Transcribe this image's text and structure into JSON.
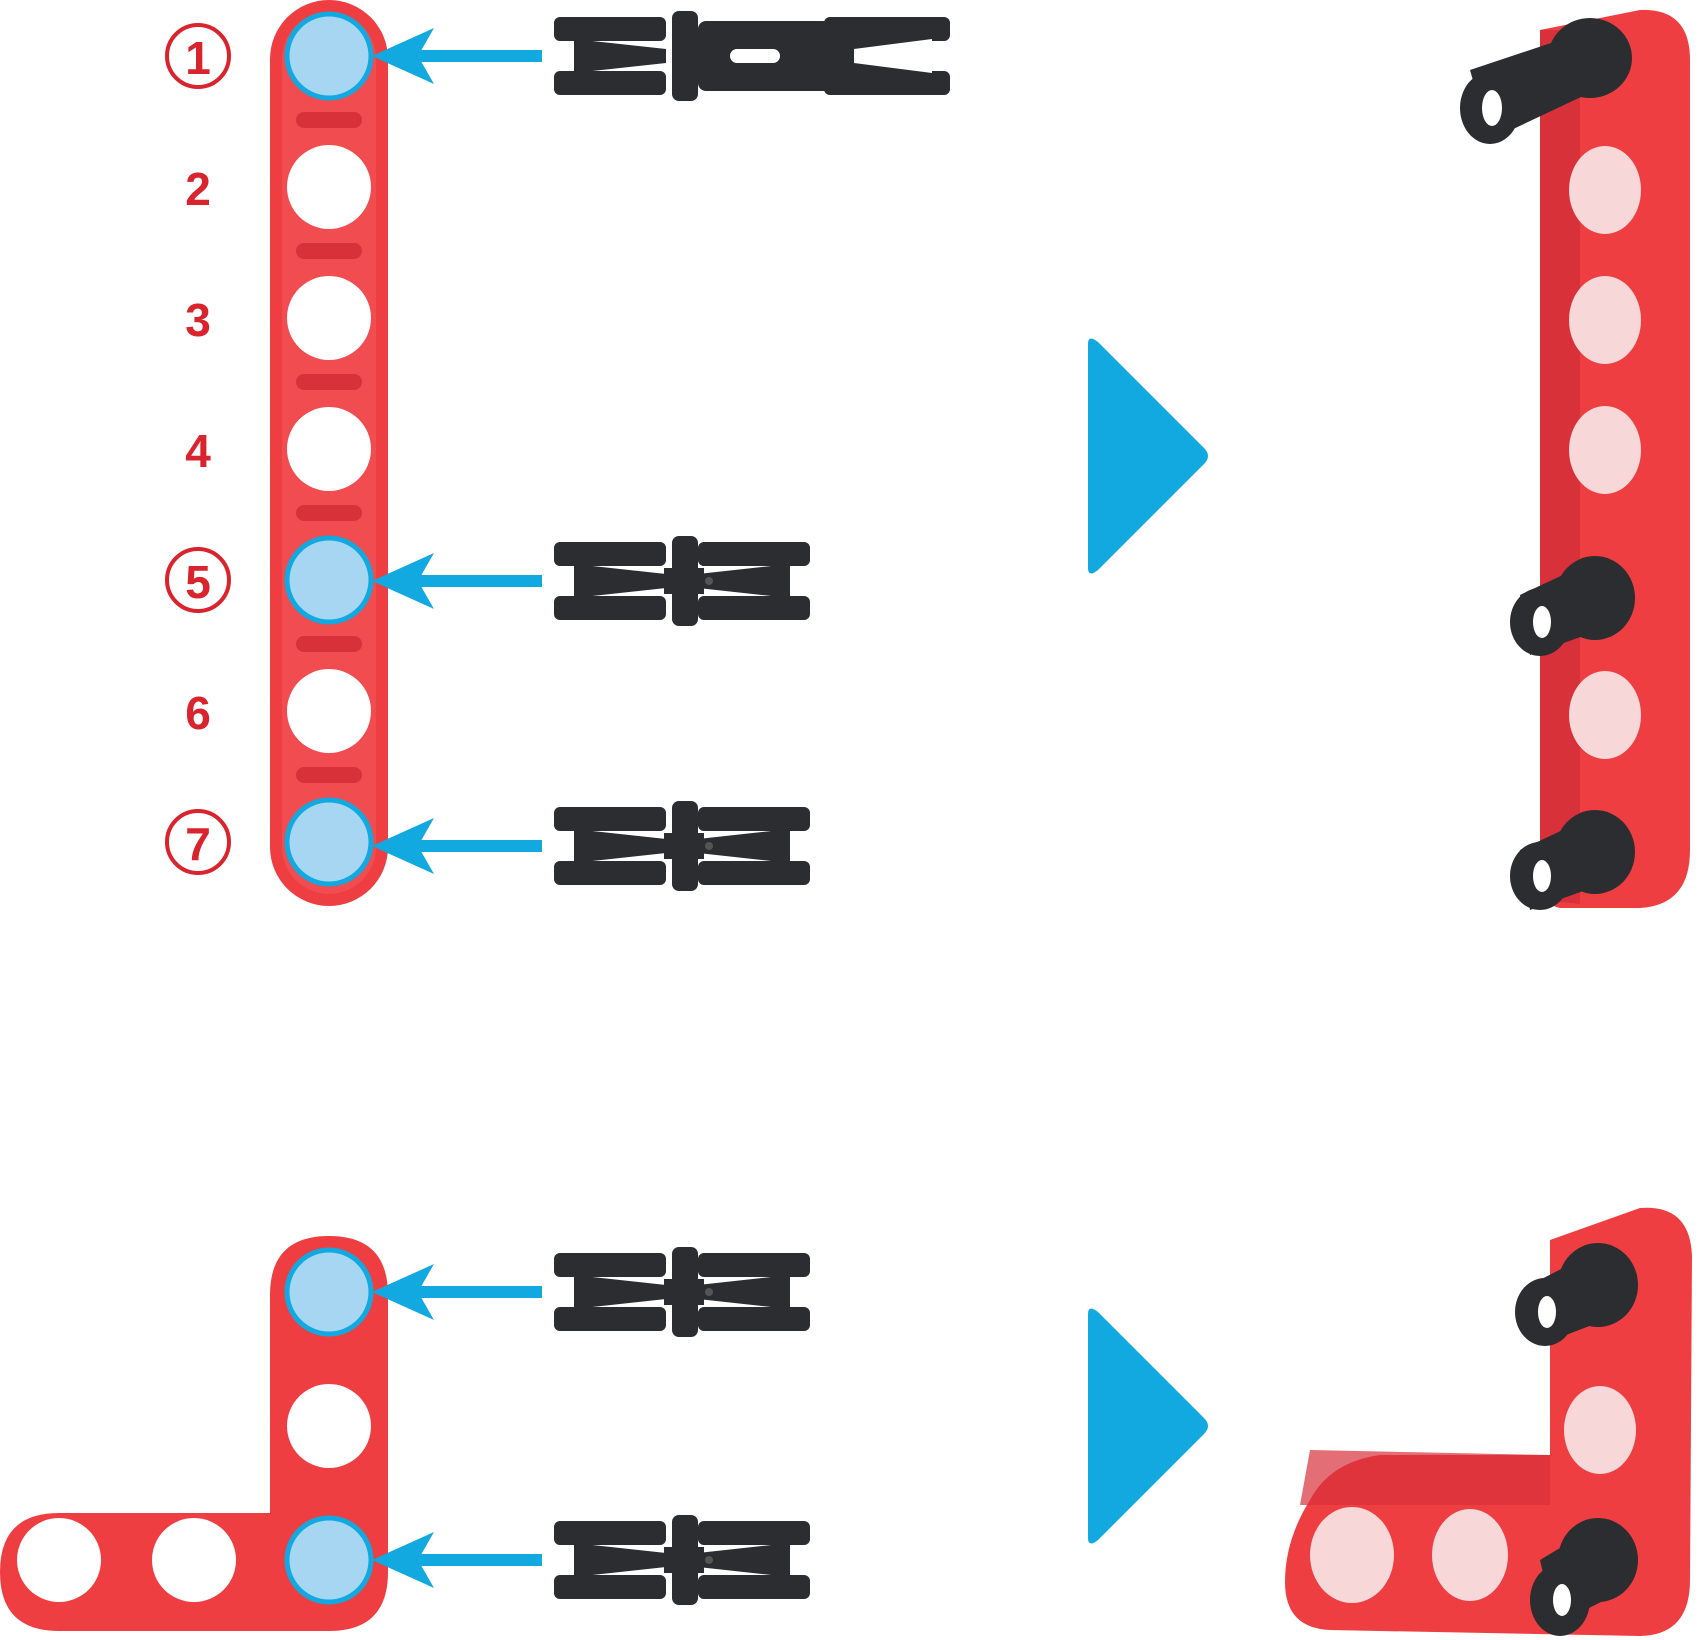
{
  "step_top": {
    "beam": {
      "type": "straight-beam",
      "hole_count": 7,
      "color": "#ef3e42"
    },
    "hole_labels": [
      {
        "text": "1",
        "circled": true,
        "pin": "long"
      },
      {
        "text": "2",
        "circled": false,
        "pin": null
      },
      {
        "text": "3",
        "circled": false,
        "pin": null
      },
      {
        "text": "4",
        "circled": false,
        "pin": null
      },
      {
        "text": "5",
        "circled": true,
        "pin": "short"
      },
      {
        "text": "6",
        "circled": false,
        "pin": null
      },
      {
        "text": "7",
        "circled": true,
        "pin": "short"
      }
    ]
  },
  "step_bottom": {
    "beam": {
      "type": "l-beam",
      "hole_count": 5,
      "color": "#ef3e42"
    },
    "pins": [
      "short",
      "short"
    ]
  },
  "colors": {
    "beam_red": "#ef3e42",
    "beam_red_dark": "#d8313a",
    "label_red": "#d9232d",
    "hole_highlight": "#a6d6f2",
    "arrow_blue": "#12a8e0",
    "pin_black": "#2c2d30"
  },
  "icons": [
    "arrow-left-icon",
    "next-step-triangle-icon",
    "connector-pin-icon"
  ]
}
